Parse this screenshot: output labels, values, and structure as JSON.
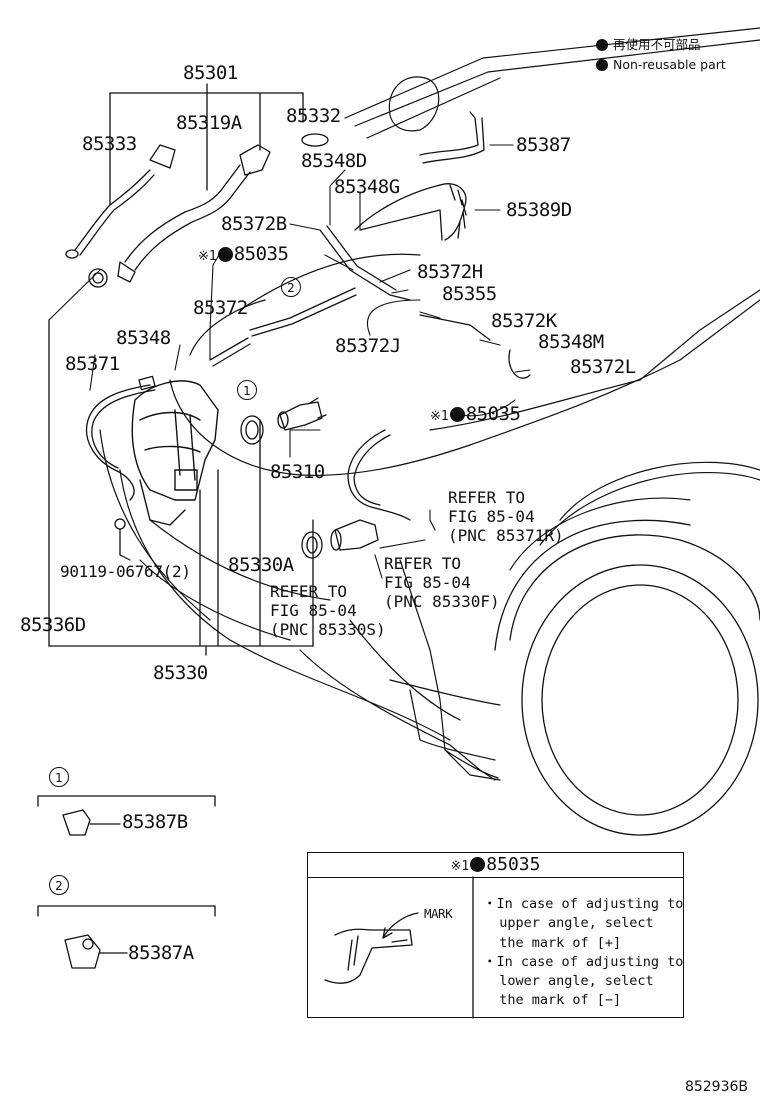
{
  "legend": {
    "jp": "再使用不可部品",
    "en": "Non-reusable part"
  },
  "parts": {
    "p85301": "85301",
    "p85333": "85333",
    "p85319A": "85319A",
    "p85332": "85332",
    "p85348D": "85348D",
    "p85387": "85387",
    "p85348G": "85348G",
    "p85389D": "85389D",
    "p85372B": "85372B",
    "p85035a_pre": "※1",
    "p85035a": "85035",
    "p85372H": "85372H",
    "p85355": "85355",
    "p85372": "85372",
    "p85372K": "85372K",
    "p85348": "85348",
    "p85372J": "85372J",
    "p85348M": "85348M",
    "p85371": "85371",
    "p85372L": "85372L",
    "p85035b_pre": "※1",
    "p85035b": "85035",
    "p85310": "85310",
    "p85330A": "85330A",
    "p90119": "90119-06767(2)",
    "p85336D": "85336D",
    "p85330": "85330",
    "p85387B": "85387B",
    "p85387A": "85387A"
  },
  "callouts": {
    "one": "1",
    "two": "2"
  },
  "refs": {
    "r1": "REFER TO\nFIG 85-04\n(PNC 85371R)",
    "r2": "REFER TO\nFIG 85-04\n(PNC 85330F)",
    "r3": "REFER TO\nFIG 85-04\n(PNC 85330S)"
  },
  "note_box": {
    "title_pre": "※1",
    "title": "85035",
    "mark": "MARK",
    "notes": "・In case of adjusting to\n  upper angle, select\n  the mark of [+]\n・In case of adjusting to\n  lower angle, select\n  the mark of [−]"
  },
  "figure_code": "852936B"
}
